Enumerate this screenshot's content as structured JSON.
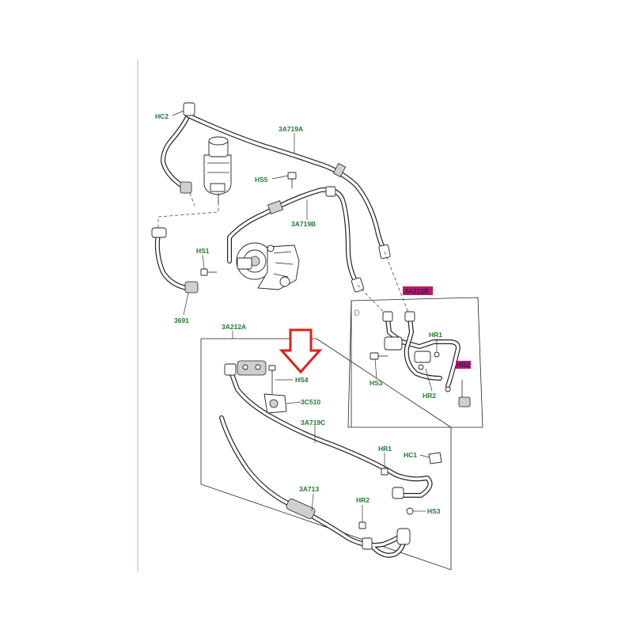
{
  "labels": {
    "hc2": "HC2",
    "a3a719a": "3A719A",
    "hs5": "HS5",
    "a3a719b": "3A719B",
    "hs1": "HS1",
    "p3691": "3691",
    "a3a212b": "3A212B",
    "d_marker": "D",
    "hr1_upper": "HR1",
    "hr2_upper_hl": "HR2",
    "hr2_upper": "HR2",
    "hs3_upper": "HS3",
    "a3a212a": "3A212A",
    "hs4": "HS4",
    "c3c510": "3C510",
    "a3a719c": "3A719C",
    "hr1_lower": "HR1",
    "hc1": "HC1",
    "a3a713": "3A713",
    "hr2_lower": "HR2",
    "hs3_lower": "HS3"
  },
  "colors": {
    "label_green": "#1f7a2e",
    "highlight_magenta": "#c2185b",
    "arrow_red": "#e0201c",
    "margin_line": "#9db7e6"
  },
  "icons": {
    "arrow": "down-arrow-icon"
  }
}
